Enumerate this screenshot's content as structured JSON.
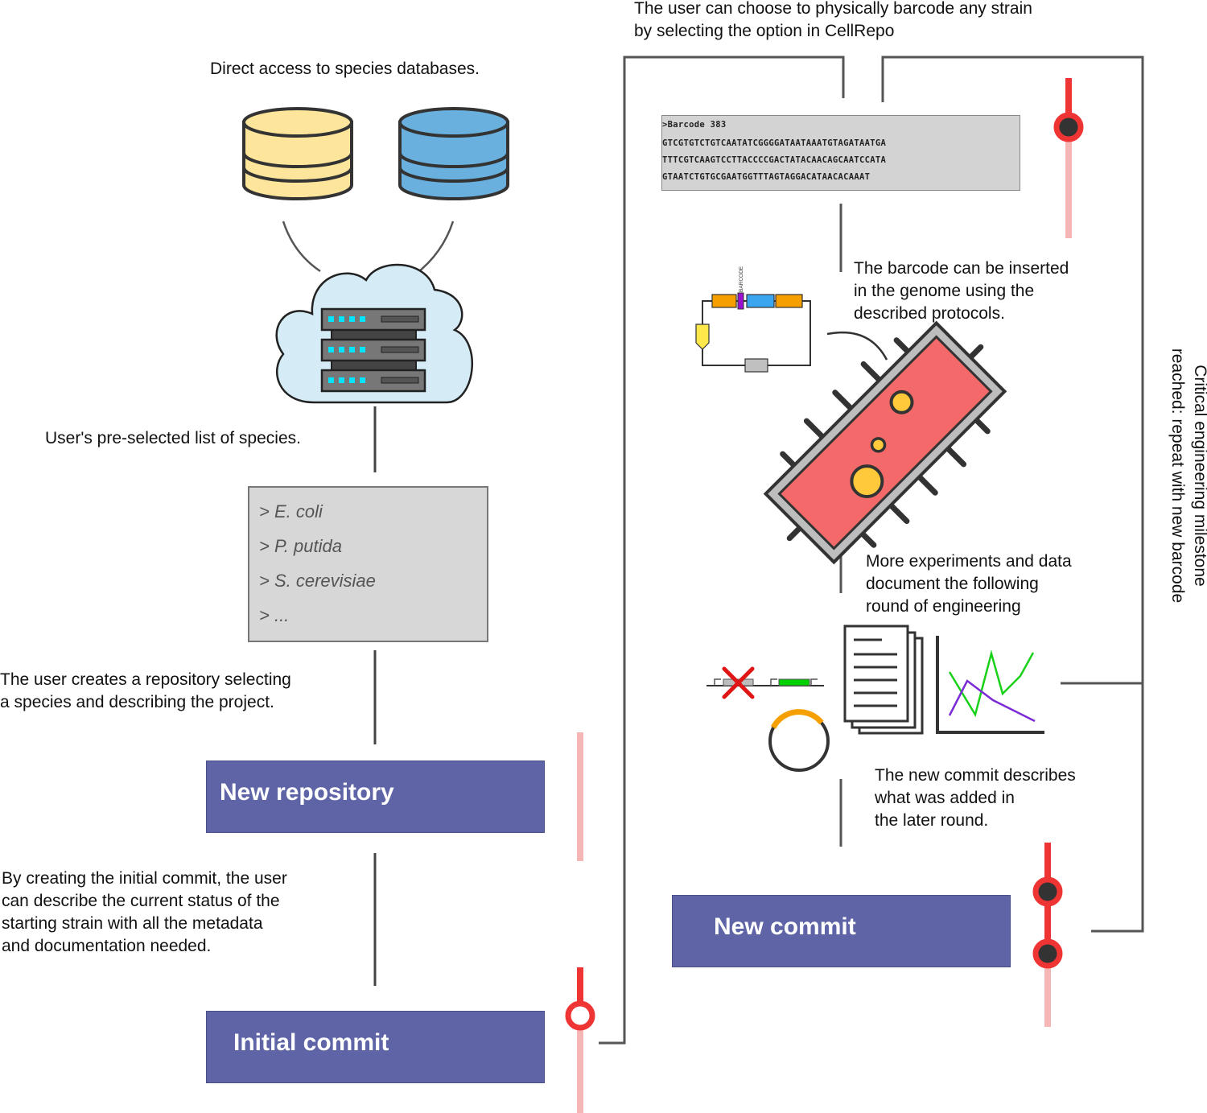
{
  "text": {
    "databases": "Direct access to species databases.",
    "preselected": "User's pre-selected list of species.",
    "create_repo": [
      "The user creates a repository selecting",
      "a species and describing the project."
    ],
    "initial_commit_desc": [
      "By creating the initial commit, the user",
      "can describe the current status of the",
      "starting strain with all the metadata",
      "and documentation needed."
    ],
    "barcode_option": [
      "The user can choose to physically barcode any strain",
      "by selecting the option in CellRepo"
    ],
    "barcode_insert": [
      "The barcode can be inserted",
      "in the genome using the",
      "described protocols."
    ],
    "more_experiments": [
      "More experiments and data",
      "document the following",
      "round of engineering"
    ],
    "new_commit_desc": [
      "The new commit describes",
      "what was added in",
      "the later round."
    ],
    "milestone": [
      "Critical engineering milestone",
      "reached: repeat with new barcode"
    ]
  },
  "species_list": [
    "> E. coli",
    "> P. putida",
    "> S. cerevisiae",
    "> ..."
  ],
  "barcode": {
    "header": ">Barcode 383",
    "lines": [
      "GTCGTGTCTGTCAATATCGGGGATAATAAATGTAGATAATGA",
      "TTTCGTCAAGTCCTTACCCCGACTATACAACAGCAATCCATA",
      "GTAATCTGTGCGAATGGTTTAGTAGGACATAACACAAAT"
    ]
  },
  "plasmid_label": "BARCODE",
  "boxes": {
    "new_repository": "New repository",
    "initial_commit": "Initial commit",
    "new_commit": "New commit"
  },
  "colors": {
    "box": "#5e64a6",
    "db_yellow": "#fde69c",
    "db_blue": "#69b0df",
    "cloud": "#d5ecf7",
    "led": "#00e5ff",
    "track_red": "#ef3434",
    "track_pink": "#f6b6b6",
    "cell_red": "#f46a6a",
    "cell_dots": "#ffc93b"
  }
}
